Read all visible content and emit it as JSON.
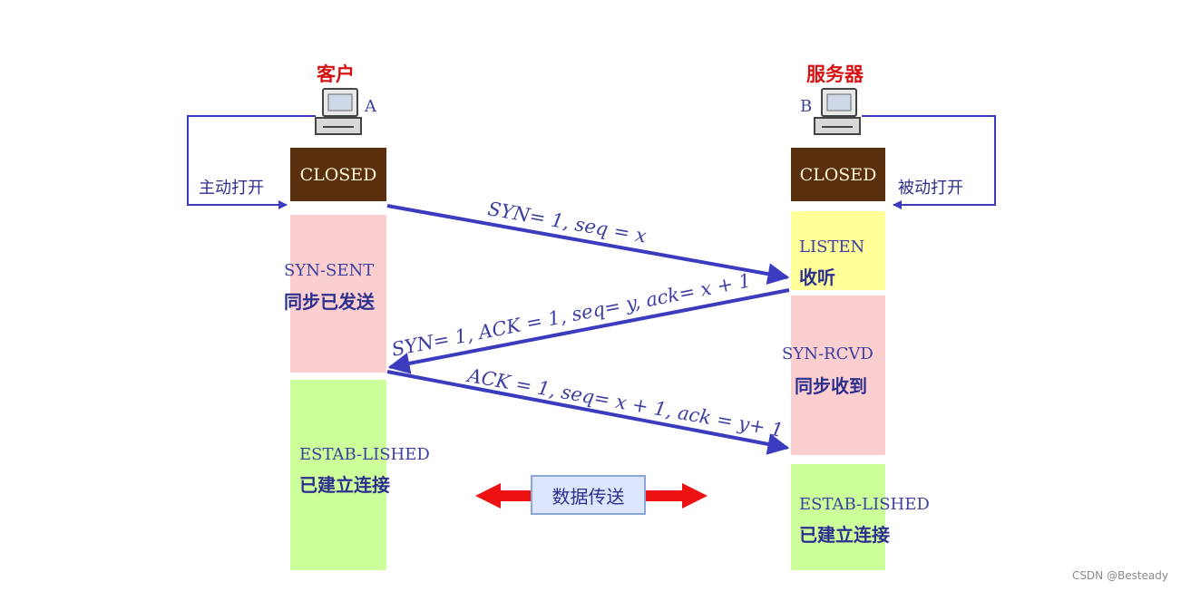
{
  "client": {
    "title": "客户",
    "letter": "A",
    "open_label": "主动打开",
    "closed": "CLOSED",
    "state1_en": "SYN-SENT",
    "state1_cn": "同步已发送",
    "state2_en": "ESTAB-LISHED",
    "state2_cn": "已建立连接"
  },
  "server": {
    "title": "服务器",
    "letter": "B",
    "open_label": "被动打开",
    "closed": "CLOSED",
    "state1_en": "LISTEN",
    "state1_cn": "收听",
    "state2_en": "SYN-RCVD",
    "state2_cn": "同步收到",
    "state3_en": "ESTAB-LISHED",
    "state3_cn": "已建立连接"
  },
  "messages": {
    "syn": "SYN= 1, seq = x",
    "synack": "SYN= 1, ACK = 1, seq= y, ack= x + 1",
    "ack": "ACK = 1, seq= x + 1, ack = y+ 1"
  },
  "data_transfer": "数据传送",
  "watermark": "CSDN @Besteady",
  "colors": {
    "closed": "#5a2f0d",
    "pink": "#fbcfcf",
    "green": "#ccff99",
    "yellow": "#ffff99",
    "arrow": "#3b3bbf",
    "red_arrow": "#ee1111",
    "title": "#d41212"
  }
}
